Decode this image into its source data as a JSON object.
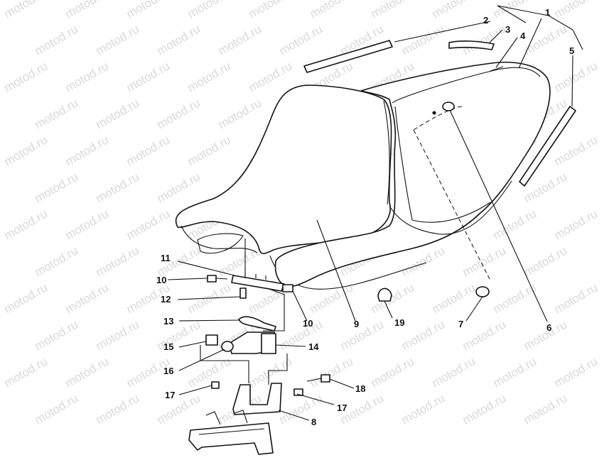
{
  "watermark": "motod.ru",
  "callouts": {
    "c1": "1",
    "c2": "2",
    "c3": "3",
    "c4": "4",
    "c5": "5",
    "c6": "6",
    "c7": "7",
    "c8": "8",
    "c9": "9",
    "c10a": "10",
    "c10b": "10",
    "c11": "11",
    "c12": "12",
    "c13": "13",
    "c14": "14",
    "c15": "15",
    "c16": "16",
    "c17a": "17",
    "c17b": "17",
    "c18": "18",
    "c19": "19"
  }
}
